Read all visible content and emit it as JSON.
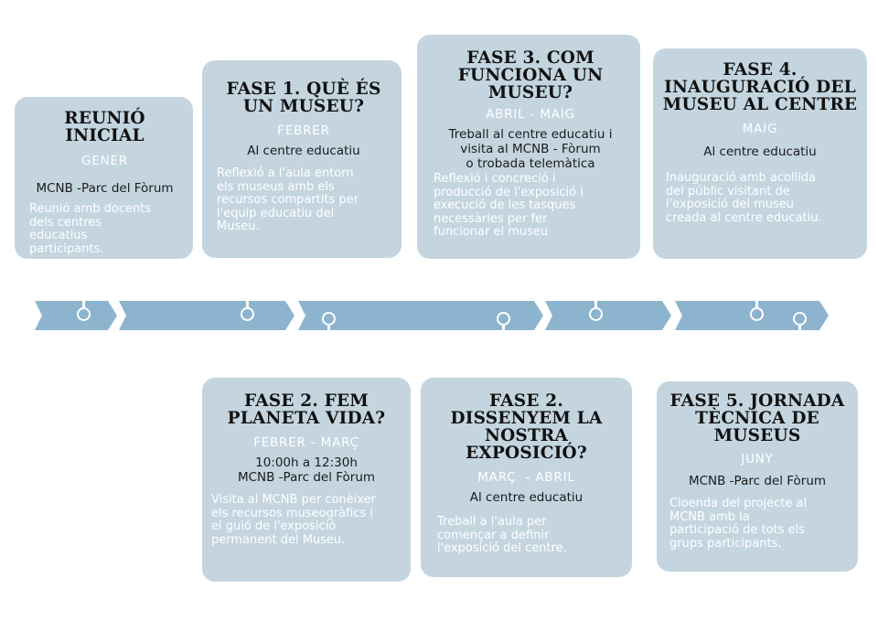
{
  "colors": {
    "card": "#c4d5e0",
    "arrow": "#8db4cf",
    "accent_text": "#ffffff"
  },
  "cards": [
    {
      "id": "reunio-inicial",
      "title": [
        "REUNIÓ INICIAL"
      ],
      "date": "GENER",
      "place": [
        "MCNB -Parc del Fòrum"
      ],
      "desc": [
        "Reunió amb docents",
        "dels centres",
        "educatius",
        "participants."
      ]
    },
    {
      "id": "fase1",
      "title": [
        "FASE 1. QUÈ ÉS",
        "UN MUSEU?"
      ],
      "date": "FEBRER",
      "place": [
        "Al centre educatiu"
      ],
      "desc": [
        "Reflexió a l'aula entorn",
        "els museus amb els",
        "recursos compartits per",
        "l'equip educatiu del",
        "Museu."
      ]
    },
    {
      "id": "fase3",
      "title": [
        "FASE 3. COM",
        "FUNCIONA UN",
        "MUSEU?"
      ],
      "date": "ABRIL - MAIG",
      "place": [
        "Treball al centre educatiu i",
        "visita al MCNB - Fòrum",
        "o trobada telemàtica"
      ],
      "desc": [
        "Reflexió i concreció i",
        "producció de l'exposició i",
        "execució de les tasques",
        "necessàries per fer",
        "funcionar el museu"
      ]
    },
    {
      "id": "fase4",
      "title": [
        "FASE 4.",
        "INAUGURACIÓ DEL",
        "MUSEU AL CENTRE"
      ],
      "date": "MAIG",
      "place": [
        "Al centre educatiu"
      ],
      "desc": [
        "Inauguració amb acollida",
        "del públic visitant de",
        "l'exposició del museu",
        "creada al centre educatiu."
      ]
    },
    {
      "id": "fase2-planeta",
      "title": [
        "FASE 2. FEM",
        "PLANETA VIDA?"
      ],
      "date": "FEBRER - MARÇ",
      "place": [
        "10:00h a 12:30h",
        "MCNB -Parc del Fòrum"
      ],
      "desc": [
        "Visita al MCNB per conèixer",
        "els recursos museogràfics i",
        "el guió de l'exposició",
        "permanent del Museu."
      ]
    },
    {
      "id": "fase2-dissenyem",
      "title": [
        "FASE 2.",
        "DISSENYEM LA",
        "NOSTRA",
        "EXPOSICIÓ?"
      ],
      "date": "MARÇ  - ABRIL",
      "place": [
        "Al centre educatiu"
      ],
      "desc": [
        "Treball a l'aula per",
        "començar a definir",
        "l'exposició del centre."
      ]
    },
    {
      "id": "fase5",
      "title": [
        "FASE 5. JORNADA",
        "TÈCNICA DE",
        "MUSEUS"
      ],
      "date": "JUNY",
      "place": [
        "MCNB -Parc del Fòrum"
      ],
      "desc": [
        "Cloenda del projecte al",
        "MCNB amb la",
        "participació de tots els",
        "grups participants."
      ]
    }
  ]
}
